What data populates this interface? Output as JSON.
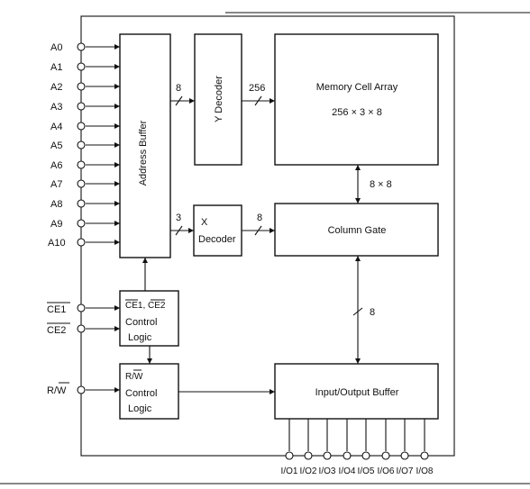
{
  "address_pins": [
    "A0",
    "A1",
    "A2",
    "A3",
    "A4",
    "A5",
    "A6",
    "A7",
    "A8",
    "A9",
    "A10"
  ],
  "control_pins": {
    "ce1": "CE1",
    "ce2": "CE2",
    "rw": "R/W"
  },
  "io_pins": [
    "I/O1",
    "I/O2",
    "I/O3",
    "I/O4",
    "I/O5",
    "I/O6",
    "I/O7",
    "I/O8"
  ],
  "blocks": {
    "address_buffer": "Address Buffer",
    "y_decoder": "Y Decoder",
    "x_decoder_1": "X",
    "x_decoder_2": "Decoder",
    "memory_array_title": "Memory Cell Array",
    "memory_array_size": "256 × 3 × 8",
    "column_gate": "Column Gate",
    "ce_logic_inputs": "CE1, CE2",
    "ce_logic_1": "Control",
    "ce_logic_2": "Logic",
    "rw_logic_input": "R/W",
    "rw_logic_1": "Control",
    "rw_logic_2": "Logic",
    "io_buffer": "Input/Output Buffer"
  },
  "bus_labels": {
    "addr_to_y": "8",
    "y_to_array": "256",
    "addr_to_x": "3",
    "x_to_gate": "8",
    "gate_to_array": "8 × 8",
    "io_to_gate": "8"
  }
}
